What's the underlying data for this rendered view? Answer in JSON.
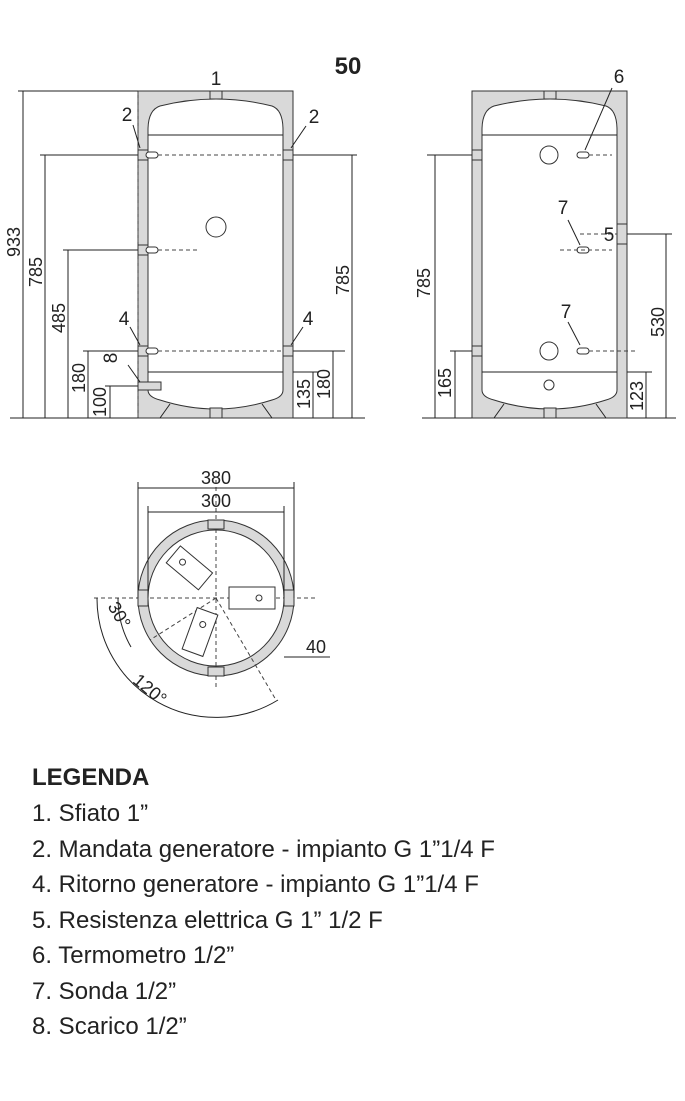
{
  "title": "50",
  "side_view": {
    "labels": [
      "1",
      "2",
      "2",
      "4",
      "4",
      "8"
    ],
    "dimensions": [
      "933",
      "785",
      "485",
      "180",
      "100",
      "135",
      "180",
      "785"
    ]
  },
  "rear_view": {
    "labels": [
      "6",
      "7",
      "5",
      "7"
    ],
    "dimensions": [
      "785",
      "165",
      "530",
      "123"
    ]
  },
  "plan_view": {
    "dimensions": [
      "380",
      "300",
      "40"
    ],
    "angles": [
      "30°",
      "120°"
    ]
  },
  "legend": {
    "title": "LEGENDA",
    "items": [
      "1. Sfiato 1”",
      "2. Mandata generatore - impianto G 1”1/4 F",
      "4. Ritorno generatore - impianto G 1”1/4 F",
      "5. Resistenza elettrica G 1” 1/2 F",
      "6. Termometro 1/2”",
      "7. Sonda 1/2”",
      "8. Scarico 1/2”"
    ]
  }
}
